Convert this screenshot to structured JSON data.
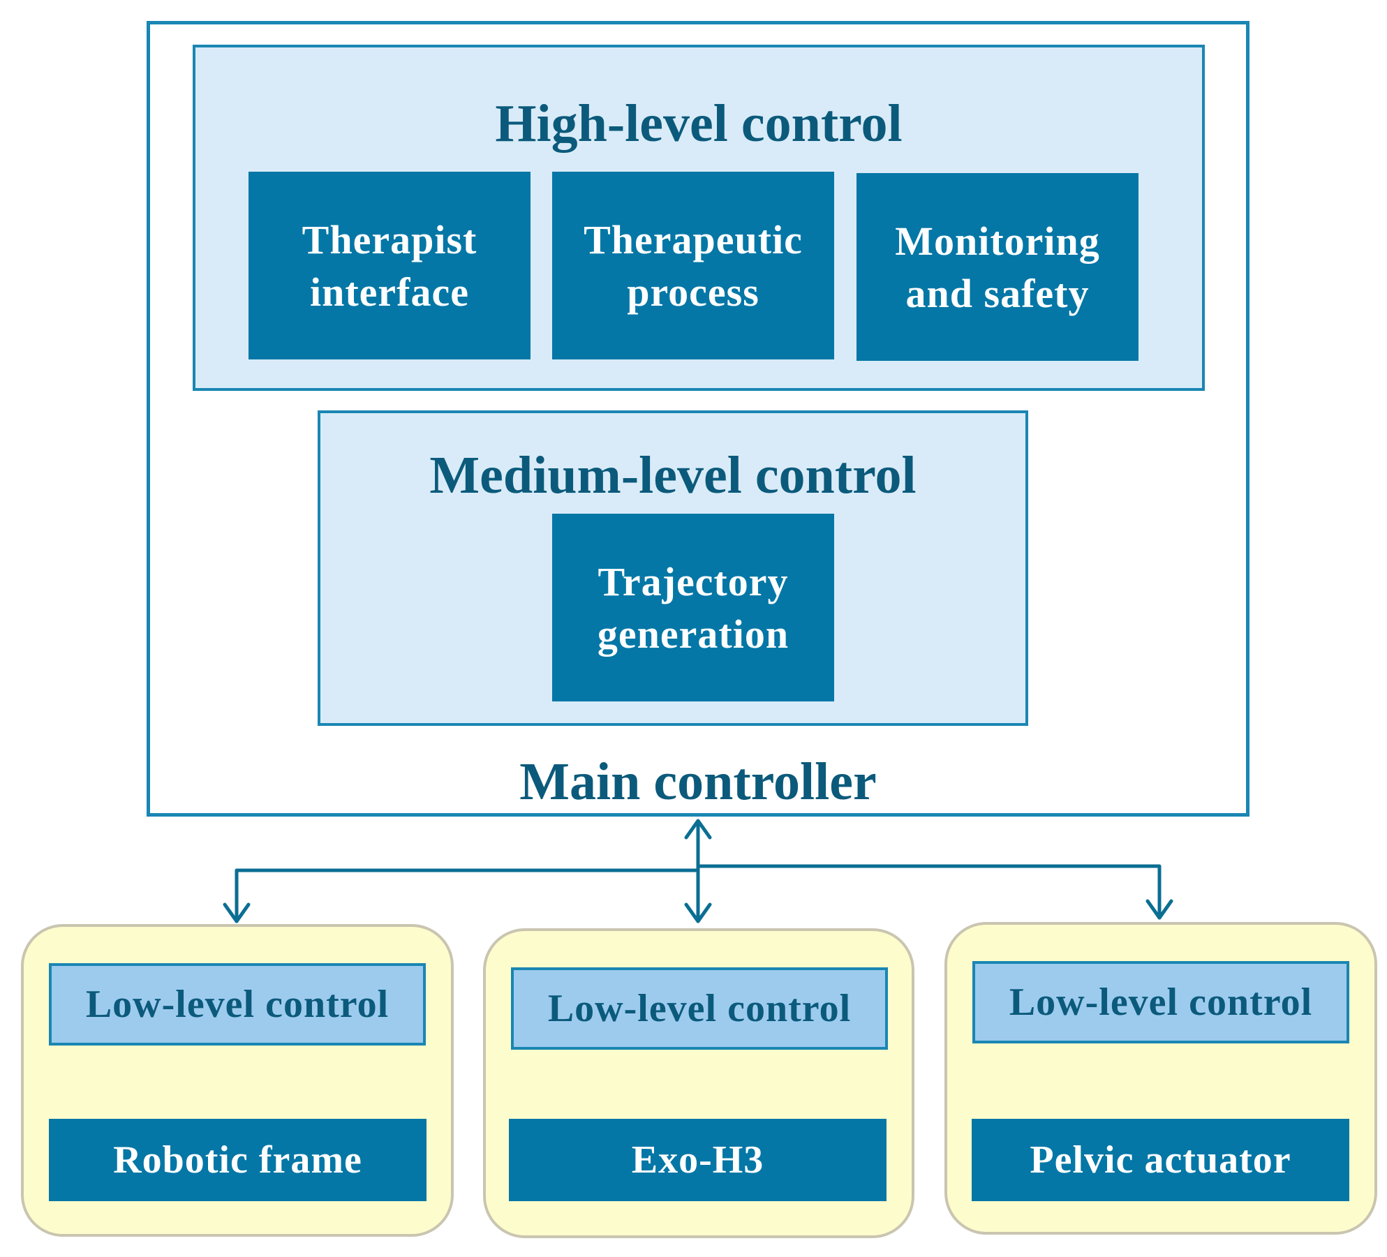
{
  "main_controller": {
    "label": "Main controller",
    "high_level": {
      "title": "High-level control",
      "blocks": [
        {
          "line1": "Therapist",
          "line2": "interface"
        },
        {
          "line1": "Therapeutic",
          "line2": "process"
        },
        {
          "line1": "Monitoring",
          "line2": "and safety"
        }
      ]
    },
    "medium_level": {
      "title": "Medium-level control",
      "blocks": [
        {
          "line1": "Trajectory",
          "line2": "generation"
        }
      ]
    }
  },
  "modules": [
    {
      "control_label": "Low-level control",
      "hardware_label": "Robotic frame"
    },
    {
      "control_label": "Low-level control",
      "hardware_label": "Exo-H3"
    },
    {
      "control_label": "Low-level control",
      "hardware_label": "Pelvic actuator"
    }
  ],
  "colors": {
    "frame_border": "#1a86b3",
    "panel_fill": "#d9ebf8",
    "block_fill": "#0477a6",
    "heading_text": "#0b5a7b",
    "module_fill": "#fdfccc",
    "low_control_fill": "#9dcbee",
    "arrow": "#0b6e93"
  }
}
